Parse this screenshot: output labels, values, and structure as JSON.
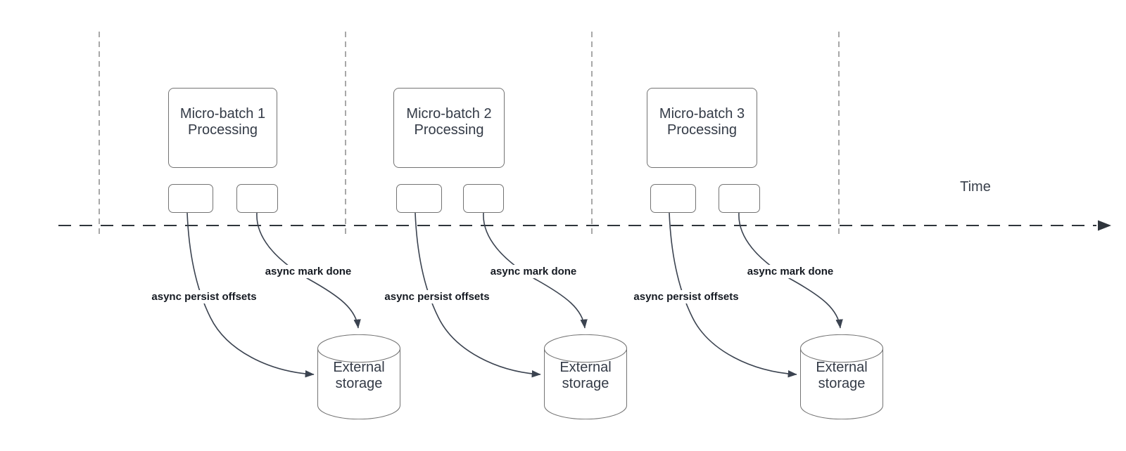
{
  "diagram_type": "micro-batch streaming timeline",
  "timeline": {
    "label": "Time"
  },
  "batches": [
    {
      "name": "Micro-batch 1",
      "stage": "Processing",
      "persist_arrow_label": "async persist offsets",
      "mark_done_arrow_label": "async mark done",
      "storage_label": "External storage"
    },
    {
      "name": "Micro-batch 2",
      "stage": "Processing",
      "persist_arrow_label": "async persist offsets",
      "mark_done_arrow_label": "async mark done",
      "storage_label": "External storage"
    },
    {
      "name": "Micro-batch 3",
      "stage": "Processing",
      "persist_arrow_label": "async persist offsets",
      "mark_done_arrow_label": "async mark done",
      "storage_label": "External storage"
    }
  ],
  "colors": {
    "background": "#ffffff",
    "shape_border": "#737373",
    "shape_text": "#343b47",
    "bold_label_text": "#151a22",
    "timeline_stroke": "#2f353c",
    "guide_line_stroke": "#a8a8a8",
    "arrow_stroke": "#3b4350"
  }
}
